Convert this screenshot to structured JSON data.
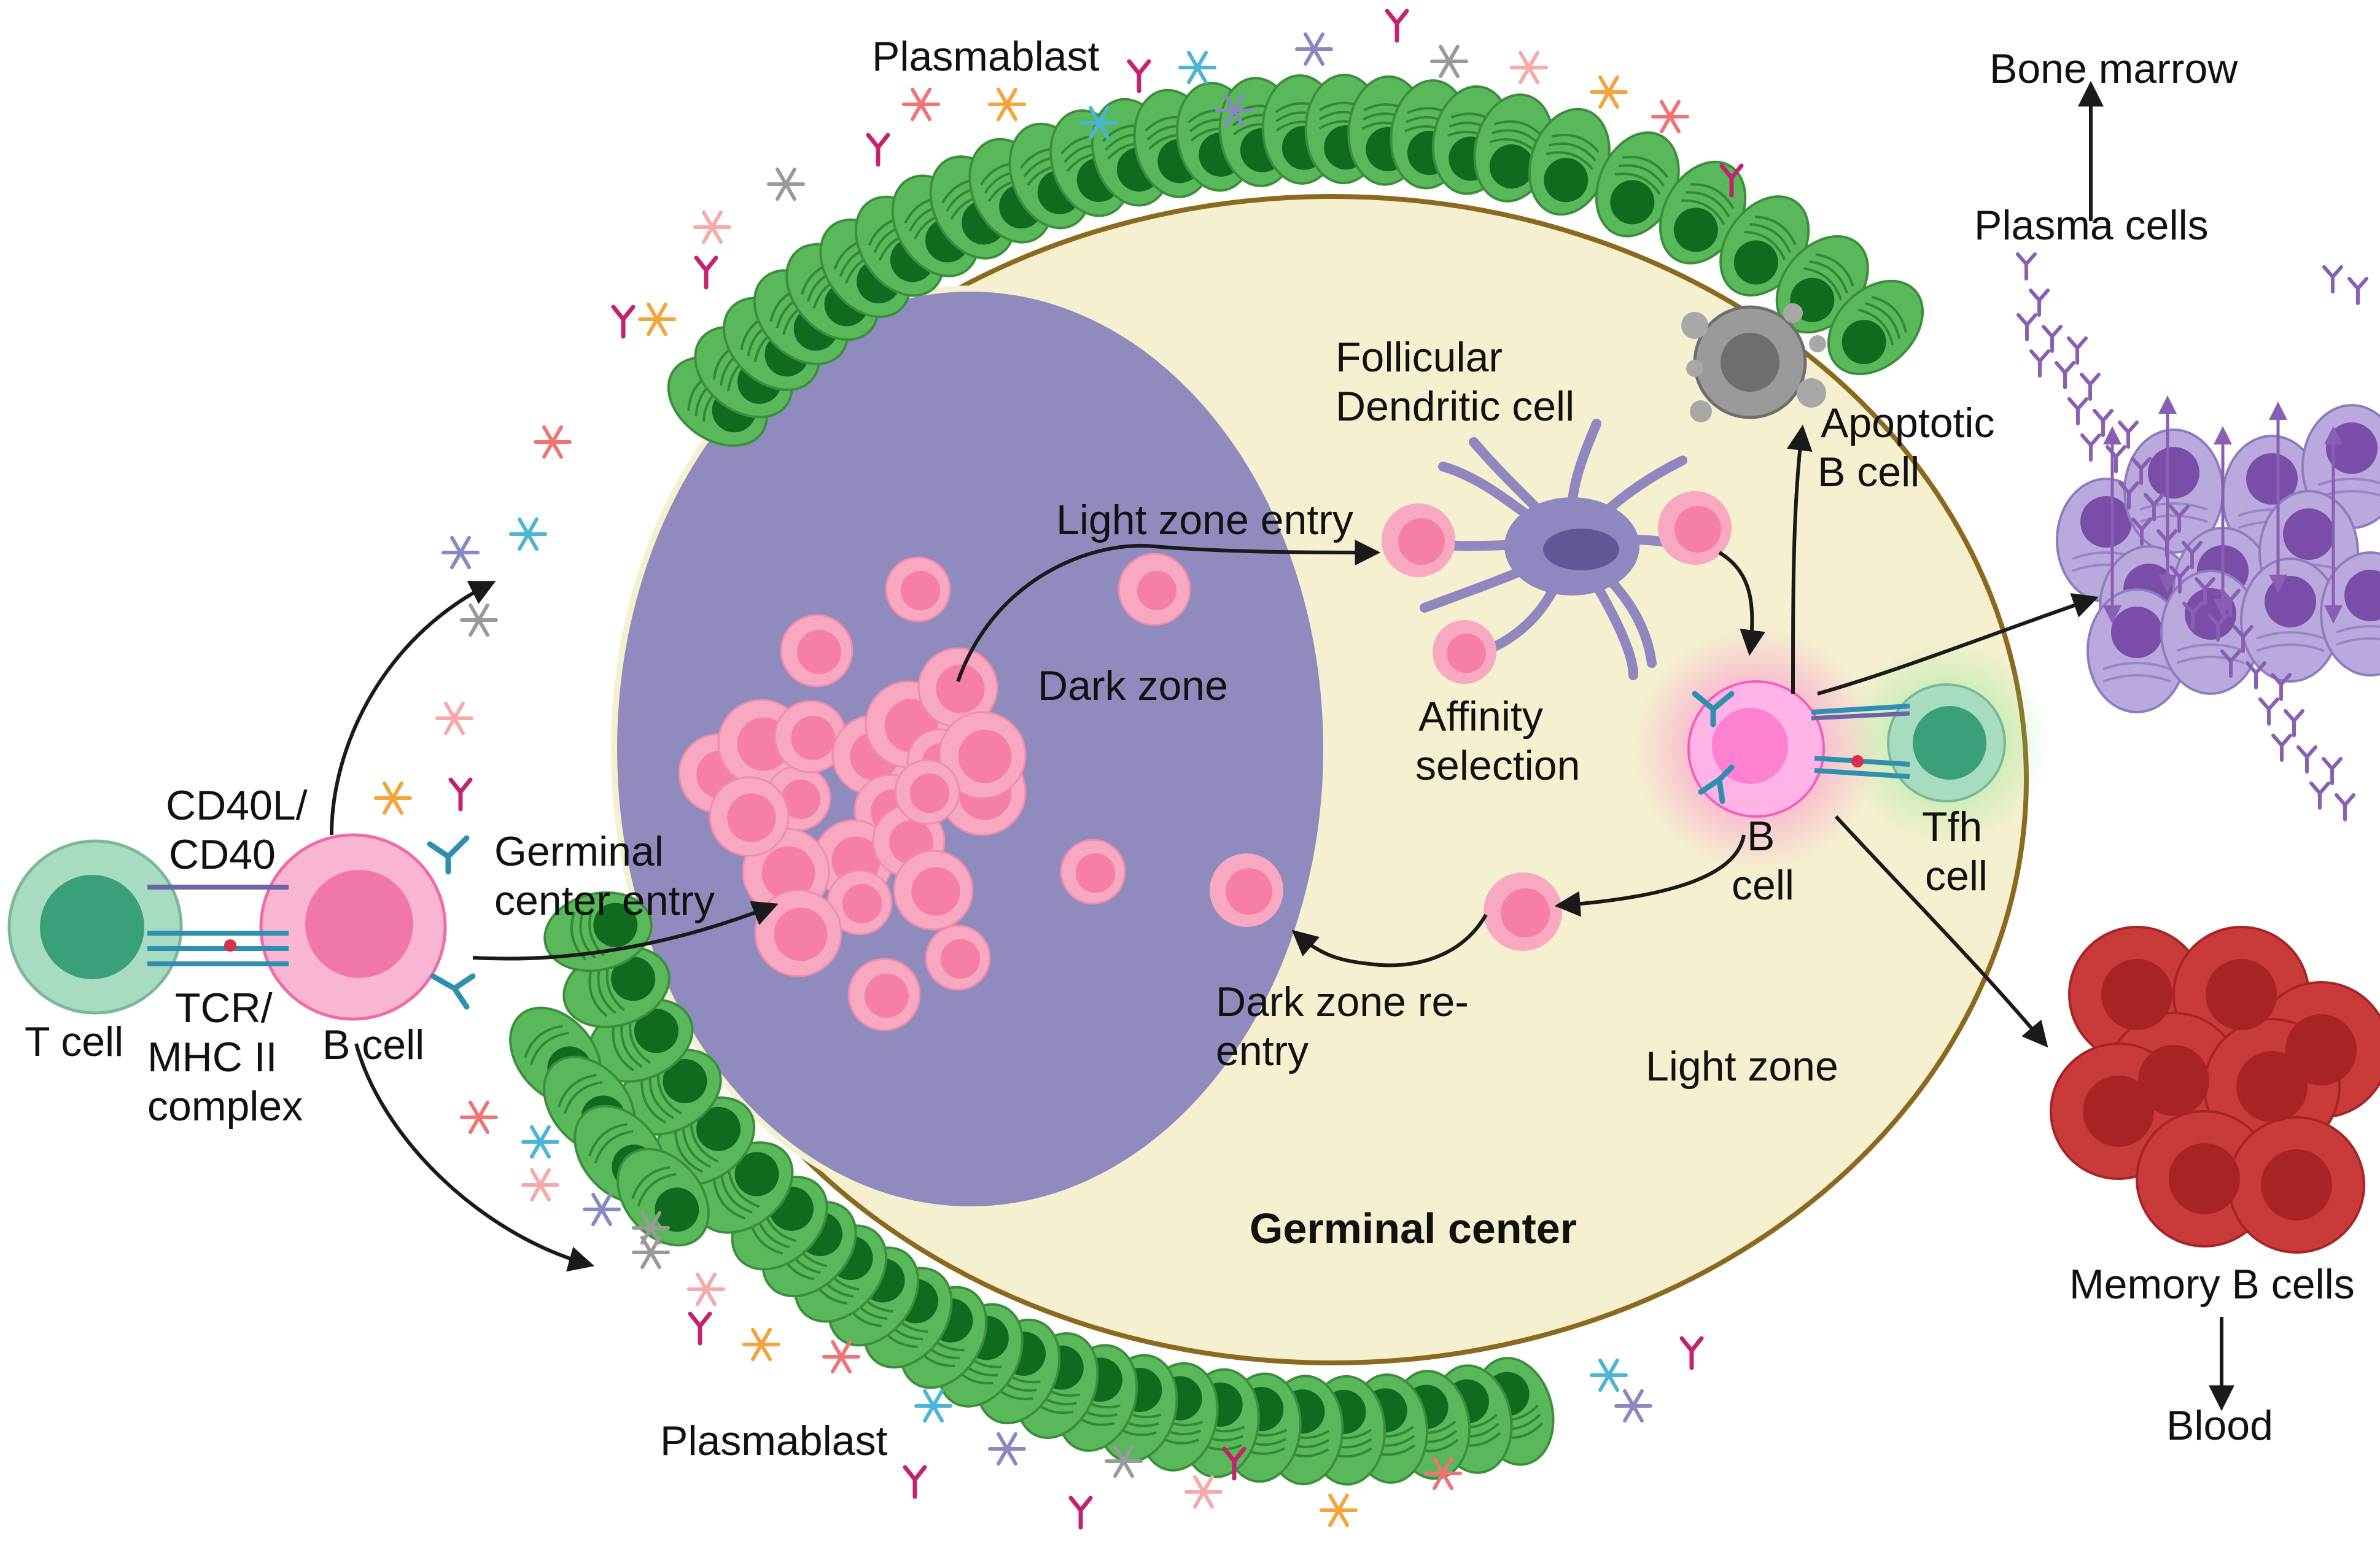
{
  "labels": {
    "plasmablast_top": "Plasmablast",
    "plasmablast_bottom": "Plasmablast",
    "bone_marrow": "Bone marrow",
    "plasma_cells": "Plasma cells",
    "follicular_dc_1": "Follicular",
    "follicular_dc_2": "Dendritic cell",
    "apoptotic_1": "Apoptotic",
    "apoptotic_2": "B cell",
    "light_zone_entry": "Light zone entry",
    "dark_zone": "Dark zone",
    "affinity_1": "Affinity",
    "affinity_2": "selection",
    "b_cell_center_1": "B",
    "b_cell_center_2": "cell",
    "tfh_1": "Tfh",
    "tfh_2": "cell",
    "cd40l_1": "CD40L/",
    "cd40l_2": "CD40",
    "gc_entry_1": "Germinal",
    "gc_entry_2": "center entry",
    "t_cell": "T cell",
    "b_cell_left": "B cell",
    "tcr_1": "TCR/",
    "tcr_2": "MHC II",
    "tcr_3": "complex",
    "dz_reentry_1": "Dark zone re-",
    "dz_reentry_2": "entry",
    "light_zone": "Light zone",
    "germinal_center": "Germinal center",
    "memory_b_cells": "Memory B cells",
    "blood": "Blood"
  },
  "colors": {
    "follicle_fill": "#f5f1d0",
    "follicle_stroke": "#8b6a1f",
    "dark_zone_fill": "#8f8bbf",
    "b_cell_light": "#f8a8c0",
    "b_cell_core": "#f77fa4",
    "plasmablast_fill": "#59b85a",
    "plasmablast_core": "#0f6b1e",
    "plasma_cell_fill": "#b9a9dc",
    "plasma_cell_core": "#7a4ea8",
    "memory_cell_fill": "#c93a3a",
    "memory_cell_core": "#a82424",
    "t_cell_fill": "#9fd8b6",
    "t_cell_core": "#3aa07a",
    "fdc_fill": "#8f88c0",
    "apoptotic_fill": "#9a9a9a"
  }
}
